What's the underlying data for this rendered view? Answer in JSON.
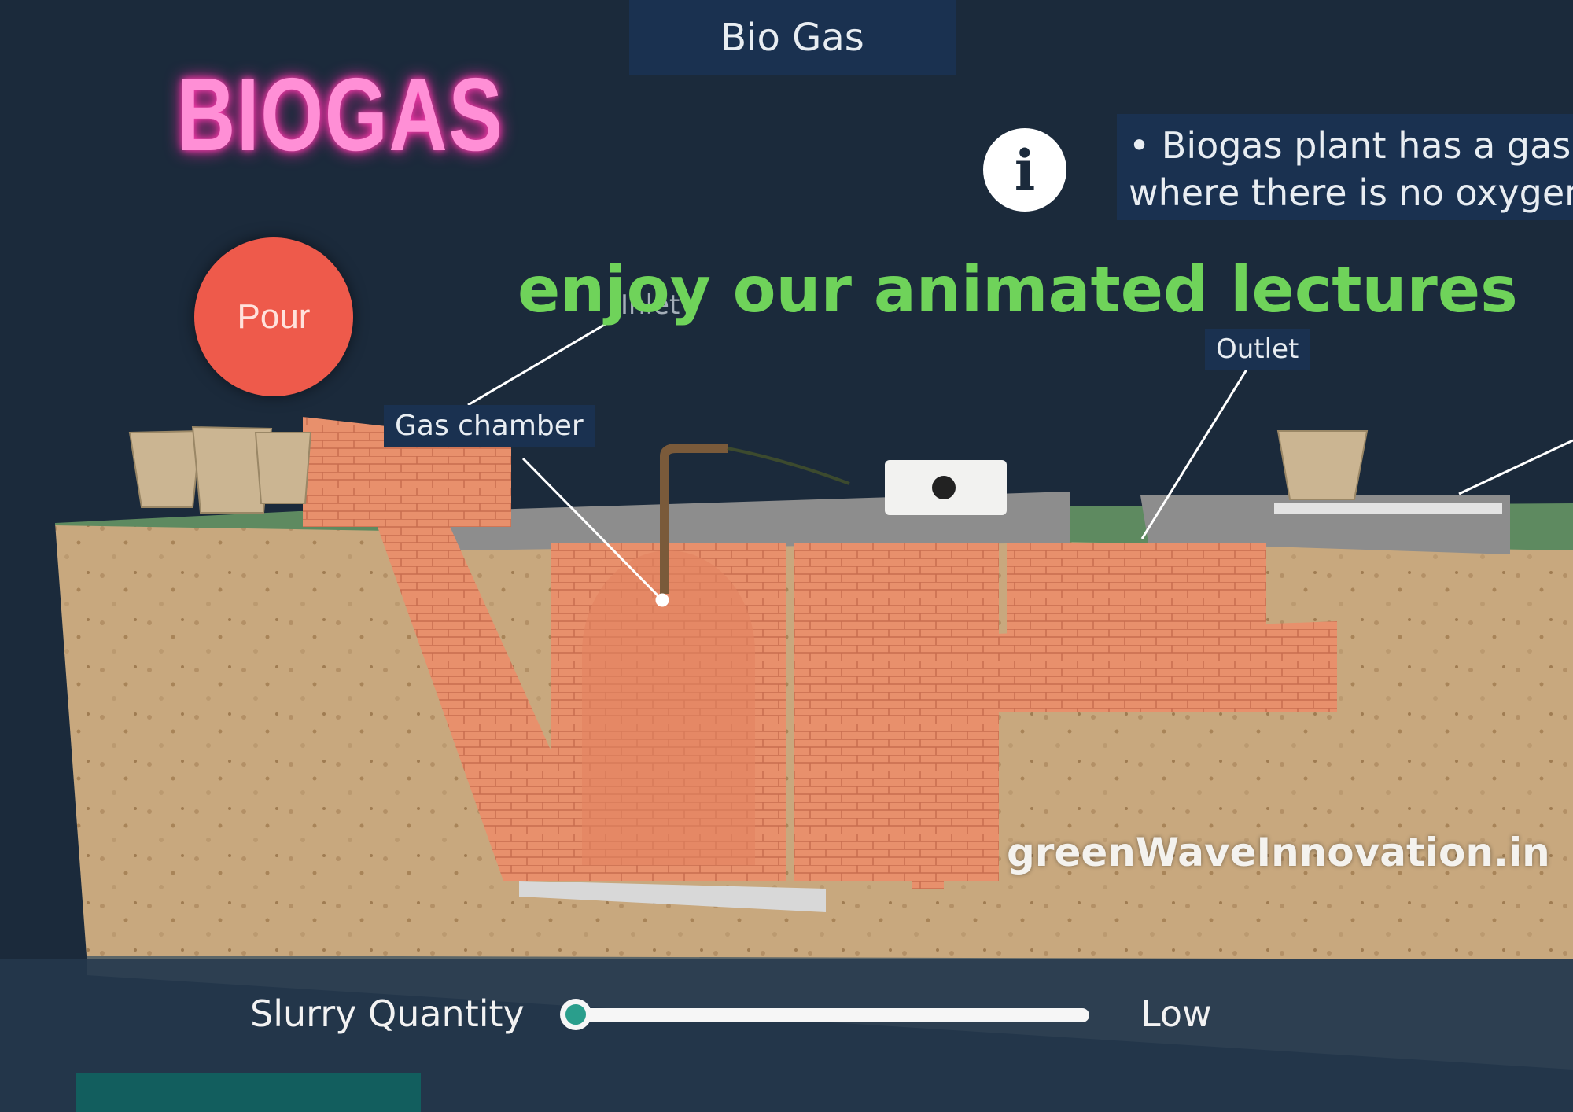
{
  "header": {
    "title": "Bio Gas"
  },
  "brand": {
    "title": "BIOGAS"
  },
  "info": {
    "icon": "info-icon",
    "line1": "• Biogas plant has a gas",
    "line2": "where there is no oxygen"
  },
  "controls": {
    "pour_label": "Pour"
  },
  "banner": {
    "text": "enjoy our animated lectures"
  },
  "labels": {
    "inlet": "Inlet",
    "gas_chamber": "Gas chamber",
    "outlet": "Outlet"
  },
  "watermark": {
    "site": "greenWaveInnovation.in"
  },
  "slider": {
    "label": "Slurry Quantity",
    "level_label": "Low",
    "value_fraction": 0.0
  },
  "colors": {
    "background": "#1b2a3b",
    "pour": "#ee5a4b",
    "banner": "#6fd35a",
    "brand": "#ff8fd6",
    "slider_thumb": "#2a9e8c"
  }
}
